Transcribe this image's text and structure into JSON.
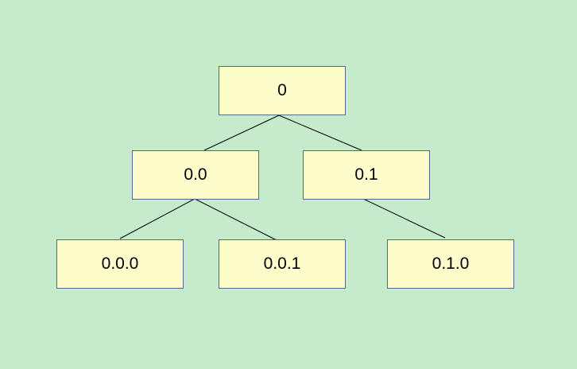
{
  "diagram": {
    "type": "tree",
    "nodes": [
      {
        "id": "0",
        "label": "0"
      },
      {
        "id": "0.0",
        "label": "0.0"
      },
      {
        "id": "0.1",
        "label": "0.1"
      },
      {
        "id": "0.0.0",
        "label": "0.0.0"
      },
      {
        "id": "0.0.1",
        "label": "0.0.1"
      },
      {
        "id": "0.1.0",
        "label": "0.1.0"
      }
    ],
    "edges": [
      {
        "from": "0",
        "to": "0.0"
      },
      {
        "from": "0",
        "to": "0.1"
      },
      {
        "from": "0.0",
        "to": "0.0.0"
      },
      {
        "from": "0.0",
        "to": "0.0.1"
      },
      {
        "from": "0.1",
        "to": "0.1.0"
      }
    ],
    "colors": {
      "background": "#c6ebcc",
      "node_fill": "#fffccc",
      "node_border": "#4f6b86",
      "edge": "#000000"
    }
  }
}
